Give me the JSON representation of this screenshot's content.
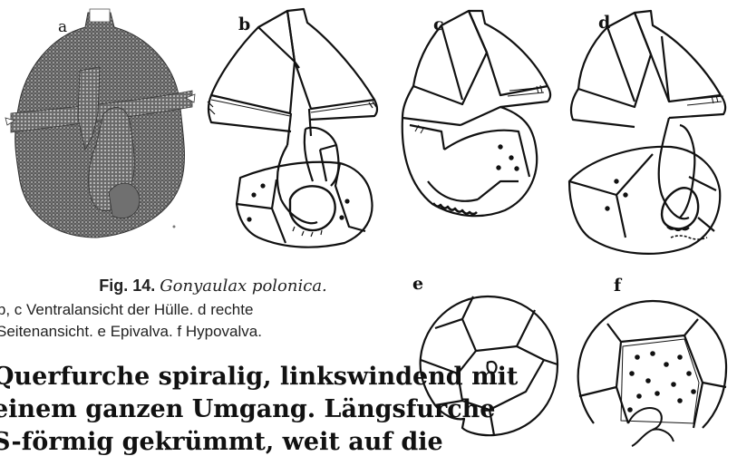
{
  "figure": {
    "panels": [
      {
        "label": "a"
      },
      {
        "label": "b"
      },
      {
        "label": "c"
      },
      {
        "label": "d"
      },
      {
        "label": "e"
      },
      {
        "label": "f"
      }
    ],
    "caption": {
      "number": "Fig. 14.",
      "species": "Gonyaulax polonica.",
      "line2": "a, b, c Ventralansicht der Hülle.  d rechte",
      "line3": "Seitenansicht.  e Epivalva.  f Hypovalva."
    }
  },
  "body_text": {
    "line1": "Querfurche spiralig, linkswindend mit",
    "line2": "einem ganzen Umgang.   Längsfurche",
    "line3": "S-förmig  gekrümmt,  weit  auf  die"
  }
}
